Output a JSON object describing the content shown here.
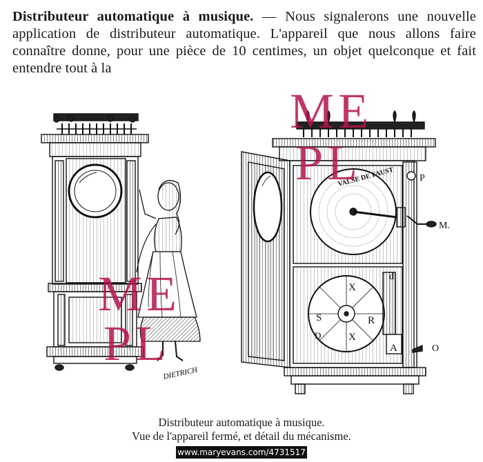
{
  "article": {
    "lead": "Distributeur automatique à musique.",
    "text": " — Nous signalerons une nouvelle application de distributeur automatique. L'appareil que nous allons faire connaître donne, pour une pièce de 10 centimes, un objet quelconque et fait entendre tout à la"
  },
  "figure": {
    "signature": "DIETRICH",
    "disc_label": "VALSE DE FAUST",
    "labels": {
      "p": "P",
      "m": "M.",
      "d": "d",
      "x1": "X",
      "s": "S",
      "r": "R",
      "d2": "D",
      "x2": "X",
      "a": "A",
      "o": "O"
    }
  },
  "watermark": {
    "line1": "ME",
    "line2": "PL",
    "color": "#b41450"
  },
  "caption": {
    "line1": "Distributeur automatique à musique.",
    "line2": "Vue de l'appareil fermé, et détail du mécanisme."
  },
  "credit": "www.maryevans.com/4731517"
}
